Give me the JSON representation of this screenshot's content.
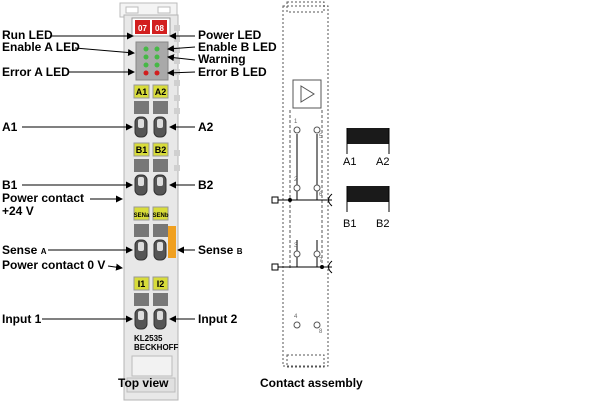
{
  "labels_left": {
    "run_led": "Run LED",
    "enable_a_led": "Enable A LED",
    "error_a_led": "Error A LED",
    "a1": "A1",
    "b1": "B1",
    "power_contact_24v_line1": "Power contact",
    "power_contact_24v_line2": "+24 V",
    "sense_a_main": "Sense",
    "sense_a_sub": "A",
    "power_contact_0v": "Power contact 0 V",
    "input_1": "Input 1"
  },
  "labels_right": {
    "power_led": "Power LED",
    "enable_b_led": "Enable B LED",
    "warning": "Warning",
    "error_b_led": "Error B LED",
    "a2": "A2",
    "b2": "B2",
    "sense_b_main": "Sense",
    "sense_b_sub": "B",
    "input_2": "Input 2"
  },
  "terminal": {
    "led_left": "07",
    "led_right": "08",
    "badge_a1": "A1",
    "badge_a2": "A2",
    "badge_b1": "B1",
    "badge_b2": "B2",
    "badge_sen_a": "SENa",
    "badge_sen_b": "SENb",
    "badge_i1": "I1",
    "badge_i2": "I2",
    "model": "KL2535",
    "brand": "BECKHOFF"
  },
  "coils": {
    "a1": "A1",
    "a2": "A2",
    "b1": "B1",
    "b2": "B2"
  },
  "contact_numbers": [
    "1",
    "5",
    "2",
    "6",
    "3",
    "7",
    "4",
    "8"
  ],
  "captions": {
    "top_view": "Top view",
    "contact_assembly": "Contact assembly"
  },
  "colors": {
    "led_red": "#d21e1e",
    "badge_yellow": "#d8dc3a",
    "body_gray": "#e6e6e6",
    "orange_tab": "#f0a020",
    "led_green": "#46b846"
  }
}
